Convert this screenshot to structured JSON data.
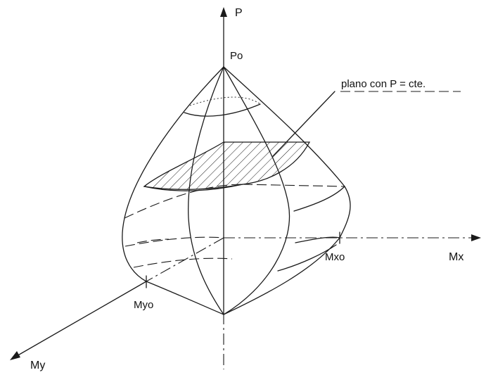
{
  "labels": {
    "p_axis": "P",
    "mx_axis": "Mx",
    "my_axis": "My",
    "po": "Po",
    "mxo": "Mxo",
    "myo": "Myo",
    "plane": "plano con P = cte."
  }
}
